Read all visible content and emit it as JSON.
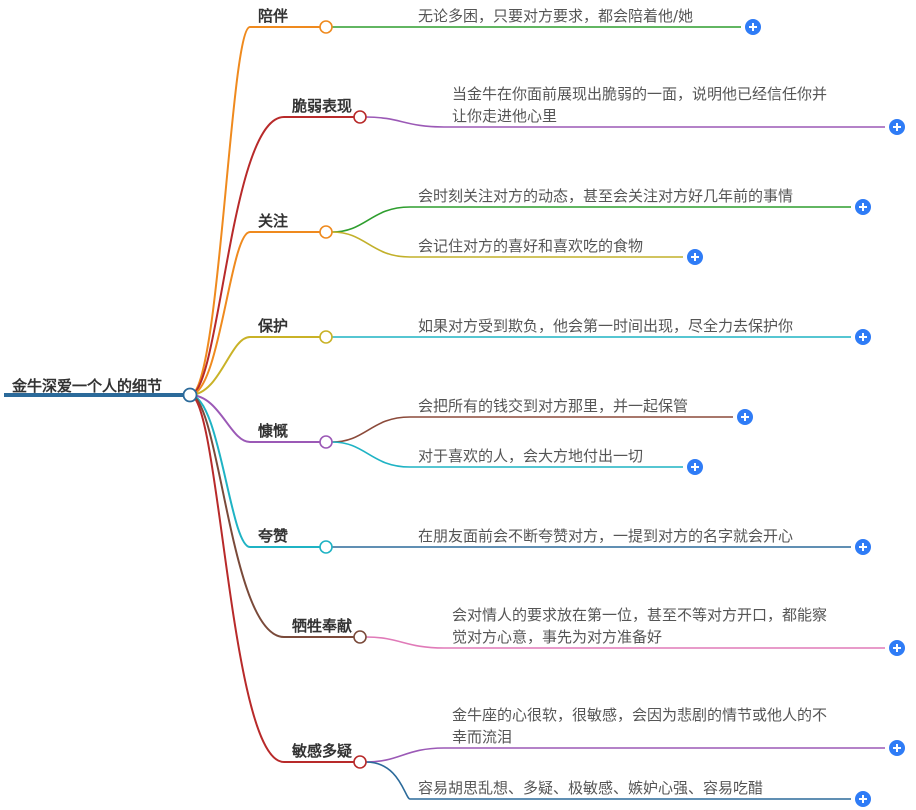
{
  "root": {
    "label": "金牛深爱一个人的细节"
  },
  "colors": {
    "root_line": "#2b6a9a",
    "expand_button": "#2f7cf6"
  },
  "branches": [
    {
      "label": "陪伴",
      "color": "#ef8a1e",
      "leaves": [
        {
          "lines": [
            "无论多困，只要对方要求，都会陪着他/她"
          ],
          "color": "#2e9e2e"
        }
      ]
    },
    {
      "label": "脆弱表现",
      "color": "#b82a2a",
      "leaves": [
        {
          "lines": [
            "当金牛在你面前展现出脆弱的一面，说明他已经信任你并",
            "让你走进他心里"
          ],
          "color": "#9b59b6"
        }
      ]
    },
    {
      "label": "关注",
      "color": "#ef8a1e",
      "leaves": [
        {
          "lines": [
            "会时刻关注对方的动态，甚至会关注对方好几年前的事情"
          ],
          "color": "#2e9e2e"
        },
        {
          "lines": [
            "会记住对方的喜好和喜欢吃的食物"
          ],
          "color": "#c2b02a"
        }
      ]
    },
    {
      "label": "保护",
      "color": "#c9b227",
      "leaves": [
        {
          "lines": [
            "如果对方受到欺负，他会第一时间出现，尽全力去保护你"
          ],
          "color": "#1fb3c4"
        }
      ]
    },
    {
      "label": "慷慨",
      "color": "#9b59b6",
      "leaves": [
        {
          "lines": [
            "会把所有的钱交到对方那里，并一起保管"
          ],
          "color": "#8b4a3a"
        },
        {
          "lines": [
            "对于喜欢的人，会大方地付出一切"
          ],
          "color": "#1fb3c4"
        }
      ]
    },
    {
      "label": "夸赞",
      "color": "#1fb3c4",
      "leaves": [
        {
          "lines": [
            "在朋友面前会不断夸赞对方，一提到对方的名字就会开心"
          ],
          "color": "#2b6a9a"
        }
      ]
    },
    {
      "label": "牺牲奉献",
      "color": "#7a4a3a",
      "leaves": [
        {
          "lines": [
            "会对情人的要求放在第一位，甚至不等对方开口，都能察",
            "觉对方心意，事先为对方准备好"
          ],
          "color": "#e07ab8"
        }
      ]
    },
    {
      "label": "敏感多疑",
      "color": "#b82a2a",
      "leaves": [
        {
          "lines": [
            "金牛座的心很软，很敏感，会因为悲剧的情节或他人的不",
            "幸而流泪"
          ],
          "color": "#9b59b6"
        },
        {
          "lines": [
            "容易胡思乱想、多疑、极敏感、嫉妒心强、容易吃醋"
          ],
          "color": "#2b6a9a"
        }
      ]
    }
  ]
}
